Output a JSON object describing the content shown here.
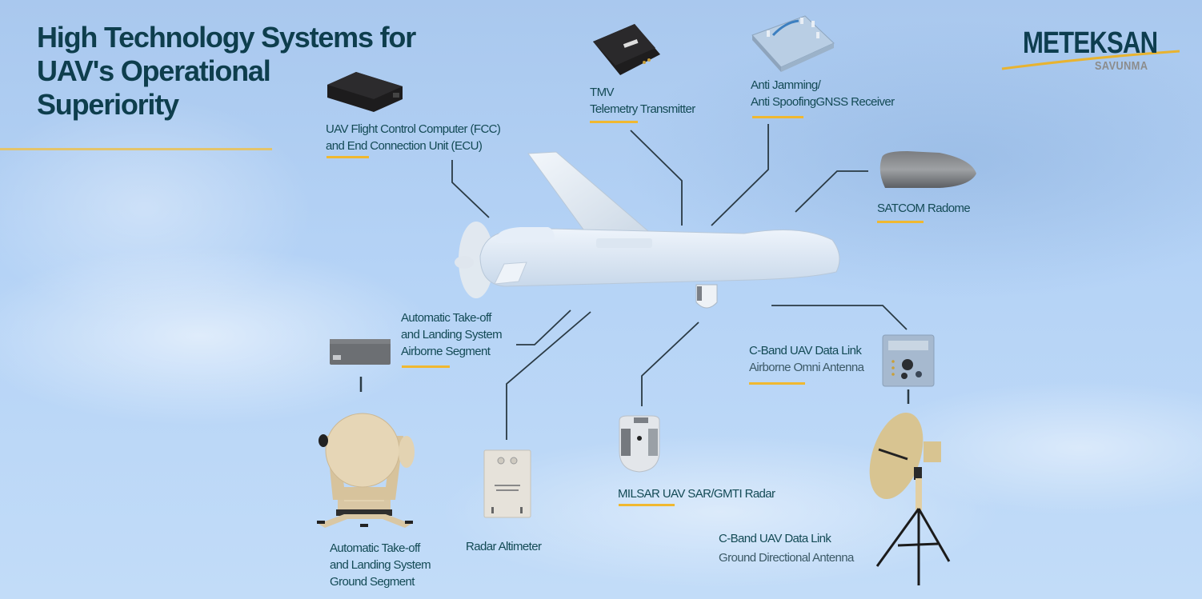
{
  "header": {
    "title_lines": [
      "High Technology Systems for",
      "UAV's Operational",
      "Superiority"
    ]
  },
  "logo": {
    "brand": "METEKSAN",
    "division": "SAVUNMA"
  },
  "colors": {
    "title": "#0e3e4d",
    "label": "#134a55",
    "accent_underline": "#f0b830",
    "logo_swoosh": "#e8b330",
    "leader_line": "#2a3a44"
  },
  "components": [
    {
      "id": "fcc",
      "lines": [
        "UAV Flight Control Computer (FCC)",
        "and End Connection Unit (ECU)"
      ],
      "icon": "flight-computer-box"
    },
    {
      "id": "tmv",
      "lines": [
        "TMV",
        "Telemetry Transmitter"
      ],
      "icon": "telemetry-transmitter"
    },
    {
      "id": "gnss",
      "lines": [
        "Anti Jamming/",
        "Anti SpoofingGNSS Receiver"
      ],
      "icon": "gnss-receiver"
    },
    {
      "id": "satcom",
      "lines": [
        "SATCOM Radome"
      ],
      "icon": "satcom-radome"
    },
    {
      "id": "atol-air",
      "lines": [
        "Automatic Take-off",
        "and Landing System",
        "Airborne Segment"
      ],
      "icon": "atol-airborne-unit"
    },
    {
      "id": "cband-air",
      "lines": [
        "C-Band UAV Data Link",
        "Airborne Omni Antenna"
      ],
      "icon": "omni-antenna-panel"
    },
    {
      "id": "milsar",
      "lines": [
        "MILSAR UAV SAR/GMTI Radar"
      ],
      "icon": "sar-radar-pod"
    },
    {
      "id": "atol-ground",
      "lines": [
        "Automatic Take-off",
        "and Landing System",
        "Ground Segment"
      ],
      "icon": "ground-tracking-antenna"
    },
    {
      "id": "radalt",
      "lines": [
        "Radar Altimeter"
      ],
      "icon": "radar-altimeter"
    },
    {
      "id": "cband-ground",
      "lines": [
        "C-Band UAV Data Link",
        "Ground Directional Antenna"
      ],
      "icon": "dish-antenna-tripod"
    }
  ]
}
